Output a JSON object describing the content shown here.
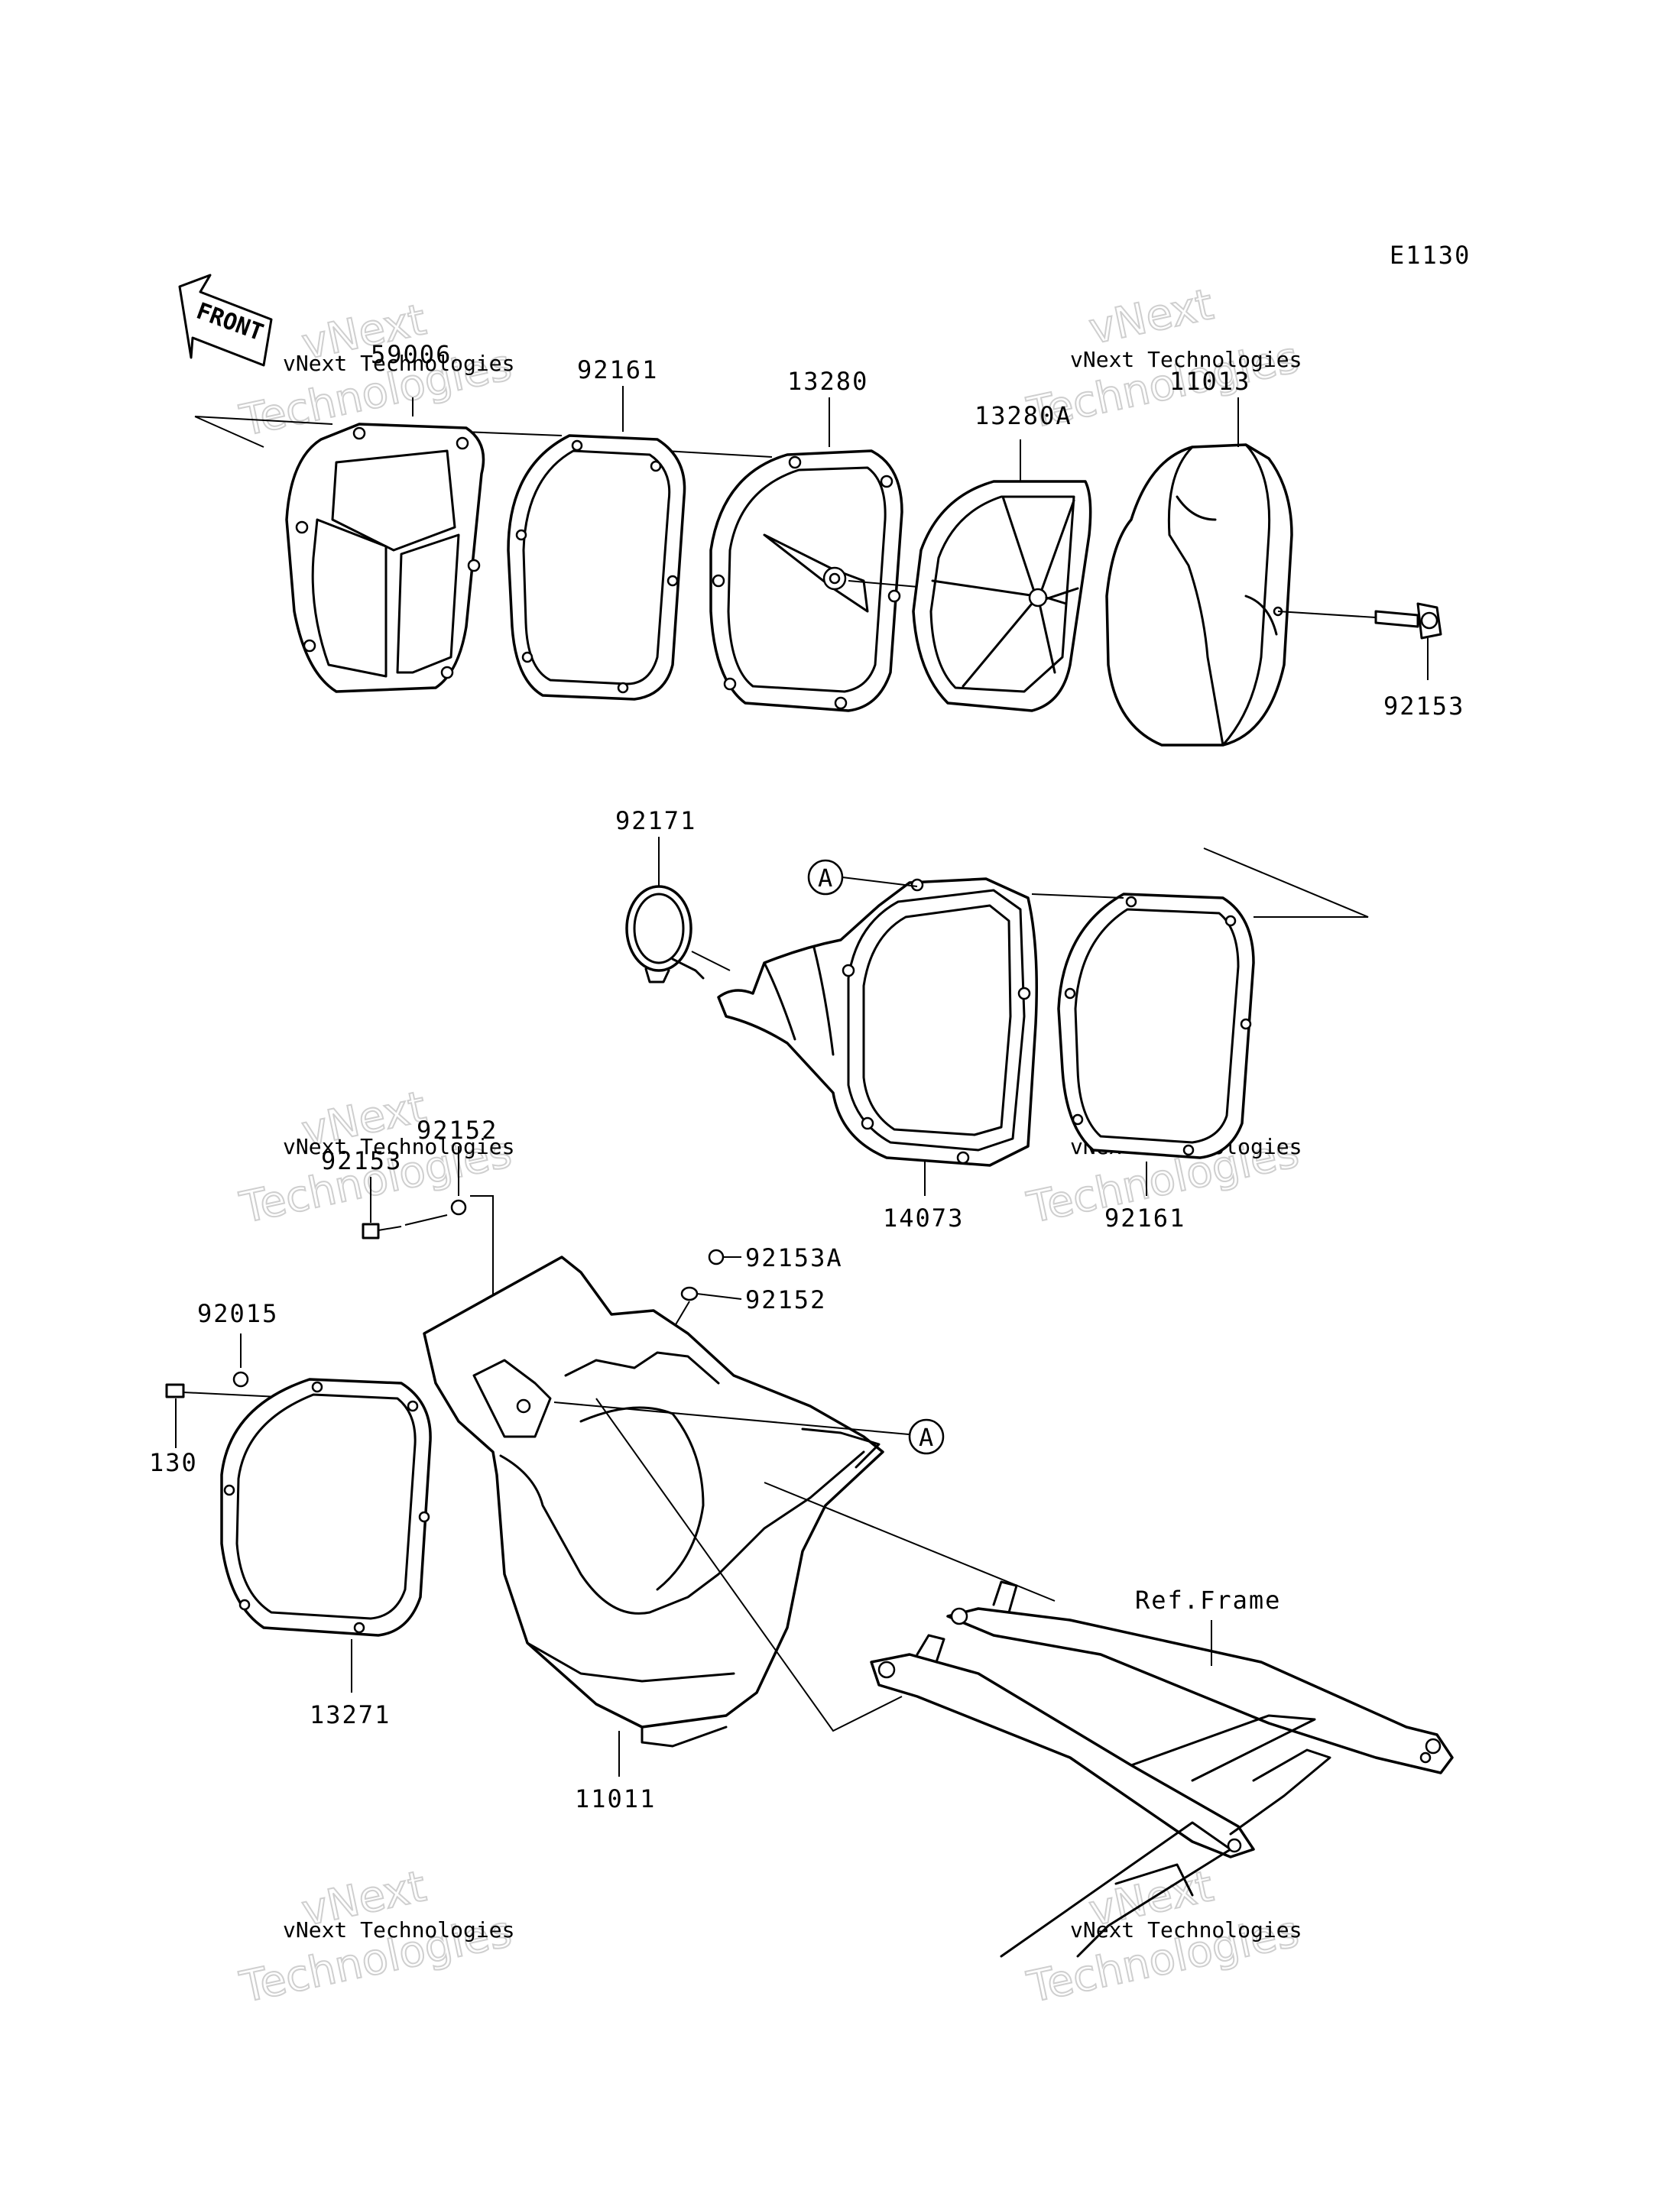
{
  "diagram_code": "E1130",
  "front_label": "FRONT",
  "callouts": {
    "p59006": "59006",
    "p92161_top": "92161",
    "p13280": "13280",
    "p13280A": "13280A",
    "p11013": "11013",
    "p92153_top": "92153",
    "p92171": "92171",
    "marker_a_top": "A",
    "p14073": "14073",
    "p92161_mid": "92161",
    "p92152_left": "92152",
    "p92153_left": "92153",
    "p92153A": "92153A",
    "p92152_right": "92152",
    "p92015": "92015",
    "p130": "130",
    "marker_a_bottom": "A",
    "p13271": "13271",
    "p11011": "11011",
    "ref_frame": "Ref.Frame"
  },
  "watermark": {
    "small": "vNext Technologies",
    "big_line1": "vNext",
    "big_line2": "Technologies"
  },
  "colors": {
    "ink": "#000000",
    "paper": "#ffffff",
    "watermark": "#cfcfcf"
  }
}
